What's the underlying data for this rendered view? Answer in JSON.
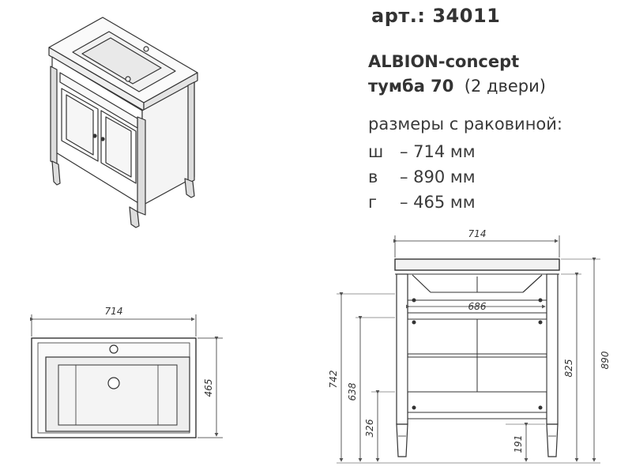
{
  "header": {
    "article": "арт.: 34011",
    "model_line": "ALBION-concept",
    "product_name": "тумба 70",
    "product_doors": "(2 двери)",
    "sizes_title": "размеры с раковиной:"
  },
  "dimensions_list": [
    {
      "key": "ш",
      "value": "– 714 мм"
    },
    {
      "key": "в",
      "value": "– 890 мм"
    },
    {
      "key": "г",
      "value": "– 465 мм"
    }
  ],
  "top_view": {
    "width_label": "714",
    "depth_label": "465"
  },
  "front_view": {
    "total_width": "714",
    "inner_width": "686",
    "total_height": "890",
    "body_height": "825",
    "h_742": "742",
    "h_638": "638",
    "h_326": "326",
    "h_191": "191"
  }
}
